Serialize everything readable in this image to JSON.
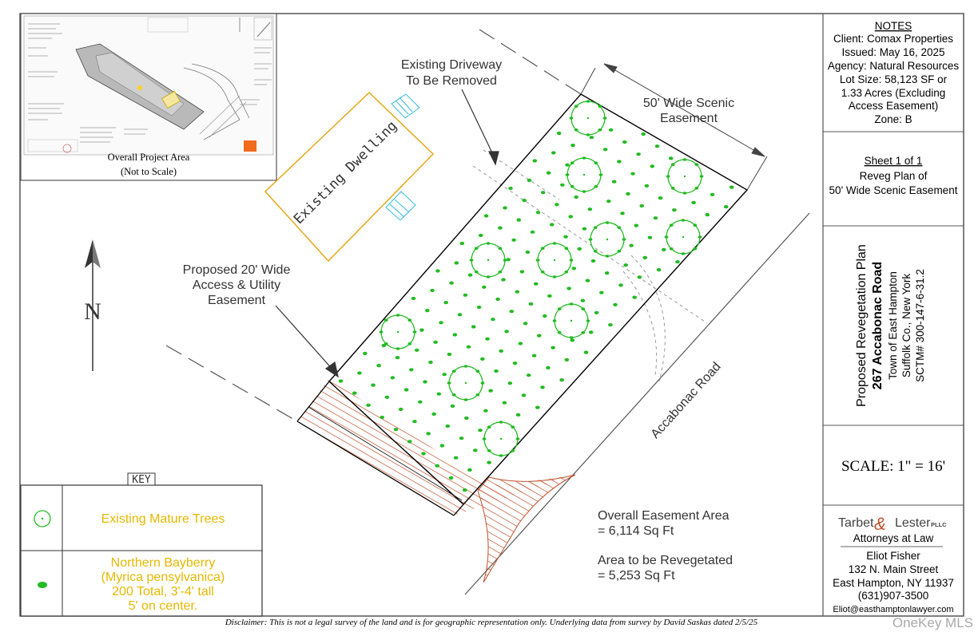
{
  "colors": {
    "border": "#555555",
    "lot_outline": "#000000",
    "tree_green": "#22bb22",
    "dwelling_orange": "#e6a817",
    "stair_cyan": "#33bbdd",
    "hatch_red": "#c0502a",
    "key_text_yellow": "#e6b800",
    "dashed_gray": "#888888"
  },
  "inset": {
    "caption_line1": "Overall Project Area",
    "caption_line2": "(Not to Scale)"
  },
  "notes": {
    "heading": "NOTES",
    "lines": [
      "Client: Comax Properties",
      "Issued: May 16, 2025",
      "Agency: Natural Resources",
      "Lot Size: 58,123 SF or",
      "1.33 Acres (Excluding",
      "Access Easement)",
      "Zone: B"
    ]
  },
  "sheet_info": {
    "heading": "Sheet 1 of 1",
    "line1": "Reveg Plan of",
    "line2": "50' Wide Scenic Easement"
  },
  "project": {
    "title": "Proposed Revegetation Plan",
    "address": "267 Accabonac Road",
    "town": "Town of East Hampton",
    "county": "Suffolk Co., New York",
    "sctm": "SCTM# 300-147-6-31.2"
  },
  "scale": {
    "label": "SCALE: 1\" = 16'"
  },
  "firm": {
    "logo_left": "Tarbet",
    "logo_amp": "&",
    "logo_right": "Lester",
    "logo_suffix": "PLLC",
    "subtitle": "Attorneys at Law",
    "contact_name": "Eliot Fisher",
    "street": "132 N. Main Street",
    "city": "East Hampton, NY 11937",
    "phone": "(631)907-3500",
    "email": "Eliot@easthamptonlawyer.com"
  },
  "plan_labels": {
    "driveway_line1": "Existing Driveway",
    "driveway_line2": "To Be Removed",
    "scenic_line1": "50' Wide Scenic",
    "scenic_line2": "Easement",
    "dwelling": "Existing Dwelling",
    "access_line1": "Proposed 20' Wide",
    "access_line2": "Access & Utility",
    "access_line3": "Easement",
    "road": "Accabonac Road",
    "north": "N"
  },
  "areas": {
    "overall_line1": "Overall Easement Area",
    "overall_line2": "= 6,114 Sq Ft",
    "reveg_line1": "Area to be Revegetated",
    "reveg_line2": "= 5,253 Sq Ft"
  },
  "key": {
    "heading": "KEY",
    "row1_text": "Existing Mature Trees",
    "row2_line1": "Northern Bayberry",
    "row2_line2": "(Myrica pensylvanica)",
    "row2_line3": "200 Total, 3'-4' tall",
    "row2_line4": "5' on center."
  },
  "disclaimer": "Disclaimer: This is not a legal survey of the land and is for geographic representation only. Underlying data from survey by David Saskas dated 2/5/25",
  "watermark": "OneKey MLS"
}
